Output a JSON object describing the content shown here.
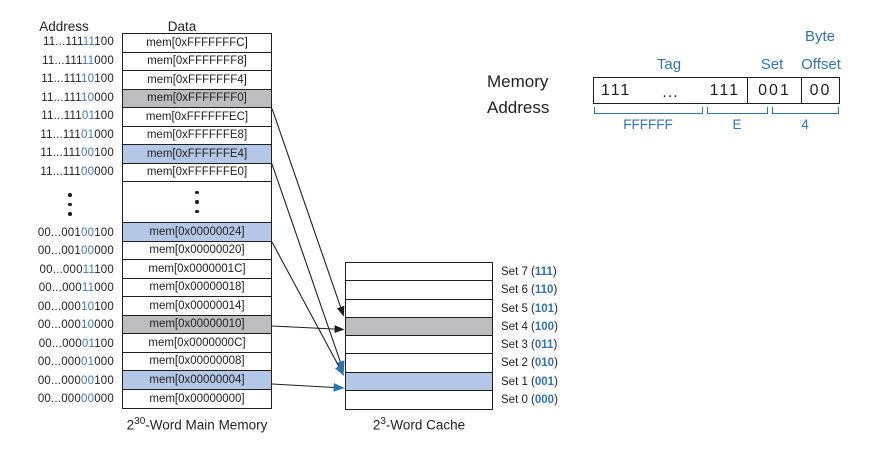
{
  "palette": {
    "ink": "#1f1f1f",
    "border": "#1f1f1f",
    "text_blue": "#3f76b5",
    "label_blue": "#2e74b5",
    "fill_blue": "#b5c7e6",
    "fill_gray": "#bdbdbf"
  },
  "headers": {
    "address": "Address",
    "data": "Data"
  },
  "memory": {
    "caption_base": "2",
    "caption_sup": "30",
    "caption_rest": "-Word Main Memory",
    "top_rows": [
      {
        "addr_pre": "11...111",
        "addr_bits": "11",
        "addr_post": "100",
        "data": "mem[0xFFFFFFFC]",
        "highlight": "none"
      },
      {
        "addr_pre": "11...111",
        "addr_bits": "11",
        "addr_post": "000",
        "data": "mem[0xFFFFFFF8]",
        "highlight": "none"
      },
      {
        "addr_pre": "11...111",
        "addr_bits": "10",
        "addr_post": "100",
        "data": "mem[0xFFFFFFF4]",
        "highlight": "none"
      },
      {
        "addr_pre": "11...111",
        "addr_bits": "10",
        "addr_post": "000",
        "data": "mem[0xFFFFFFF0]",
        "highlight": "gray"
      },
      {
        "addr_pre": "11...111",
        "addr_bits": "01",
        "addr_post": "100",
        "data": "mem[0xFFFFFFEC]",
        "highlight": "none"
      },
      {
        "addr_pre": "11...111",
        "addr_bits": "01",
        "addr_post": "000",
        "data": "mem[0xFFFFFFE8]",
        "highlight": "none"
      },
      {
        "addr_pre": "11...111",
        "addr_bits": "00",
        "addr_post": "100",
        "data": "mem[0xFFFFFFE4]",
        "highlight": "blue"
      },
      {
        "addr_pre": "11...111",
        "addr_bits": "00",
        "addr_post": "000",
        "data": "mem[0xFFFFFFE0]",
        "highlight": "none"
      }
    ],
    "bottom_rows": [
      {
        "addr_pre": "00...001",
        "addr_bits": "00",
        "addr_post": "100",
        "data": "mem[0x00000024]",
        "highlight": "blue"
      },
      {
        "addr_pre": "00...001",
        "addr_bits": "00",
        "addr_post": "000",
        "data": "mem[0x00000020]",
        "highlight": "none"
      },
      {
        "addr_pre": "00...000",
        "addr_bits": "11",
        "addr_post": "100",
        "data": "mem[0x0000001C]",
        "highlight": "none"
      },
      {
        "addr_pre": "00...000",
        "addr_bits": "11",
        "addr_post": "000",
        "data": "mem[0x00000018]",
        "highlight": "none"
      },
      {
        "addr_pre": "00...000",
        "addr_bits": "10",
        "addr_post": "100",
        "data": "mem[0x00000014]",
        "highlight": "none"
      },
      {
        "addr_pre": "00...000",
        "addr_bits": "10",
        "addr_post": "000",
        "data": "mem[0x00000010]",
        "highlight": "gray"
      },
      {
        "addr_pre": "00...000",
        "addr_bits": "01",
        "addr_post": "100",
        "data": "mem[0x0000000C]",
        "highlight": "none"
      },
      {
        "addr_pre": "00...000",
        "addr_bits": "01",
        "addr_post": "000",
        "data": "mem[0x00000008]",
        "highlight": "none"
      },
      {
        "addr_pre": "00...000",
        "addr_bits": "00",
        "addr_post": "100",
        "data": "mem[0x00000004]",
        "highlight": "blue"
      },
      {
        "addr_pre": "00...000",
        "addr_bits": "00",
        "addr_post": "000",
        "data": "mem[0x00000000]",
        "highlight": "none"
      }
    ]
  },
  "cache": {
    "caption_base": "2",
    "caption_sup": "3",
    "caption_rest": "-Word Cache",
    "rows": [
      {
        "label_pre": "Set 7 (",
        "bits": "111",
        "label_post": ")",
        "highlight": "none"
      },
      {
        "label_pre": "Set 6 (",
        "bits": "110",
        "label_post": ")",
        "highlight": "none"
      },
      {
        "label_pre": "Set 5 (",
        "bits": "101",
        "label_post": ")",
        "highlight": "none"
      },
      {
        "label_pre": "Set 4 (",
        "bits": "100",
        "label_post": ")",
        "highlight": "gray"
      },
      {
        "label_pre": "Set 3 (",
        "bits": "011",
        "label_post": ")",
        "highlight": "none"
      },
      {
        "label_pre": "Set 2 (",
        "bits": "010",
        "label_post": ")",
        "highlight": "none"
      },
      {
        "label_pre": "Set 1 (",
        "bits": "001",
        "label_post": ")",
        "highlight": "blue"
      },
      {
        "label_pre": "Set 0 (",
        "bits": "000",
        "label_post": ")",
        "highlight": "none"
      }
    ]
  },
  "address_breakdown": {
    "label_line1": "Memory",
    "label_line2": "Address",
    "byte_label": "Byte",
    "tag_label": "Tag",
    "set_label": "Set",
    "offset_label": "Offset",
    "tag_left": "111",
    "tag_dots": "...",
    "tag_right": "111",
    "set_value": "001",
    "offset_value": "00",
    "hex_tag": "FFFFFF",
    "hex_mid": "E",
    "hex_low": "4"
  }
}
